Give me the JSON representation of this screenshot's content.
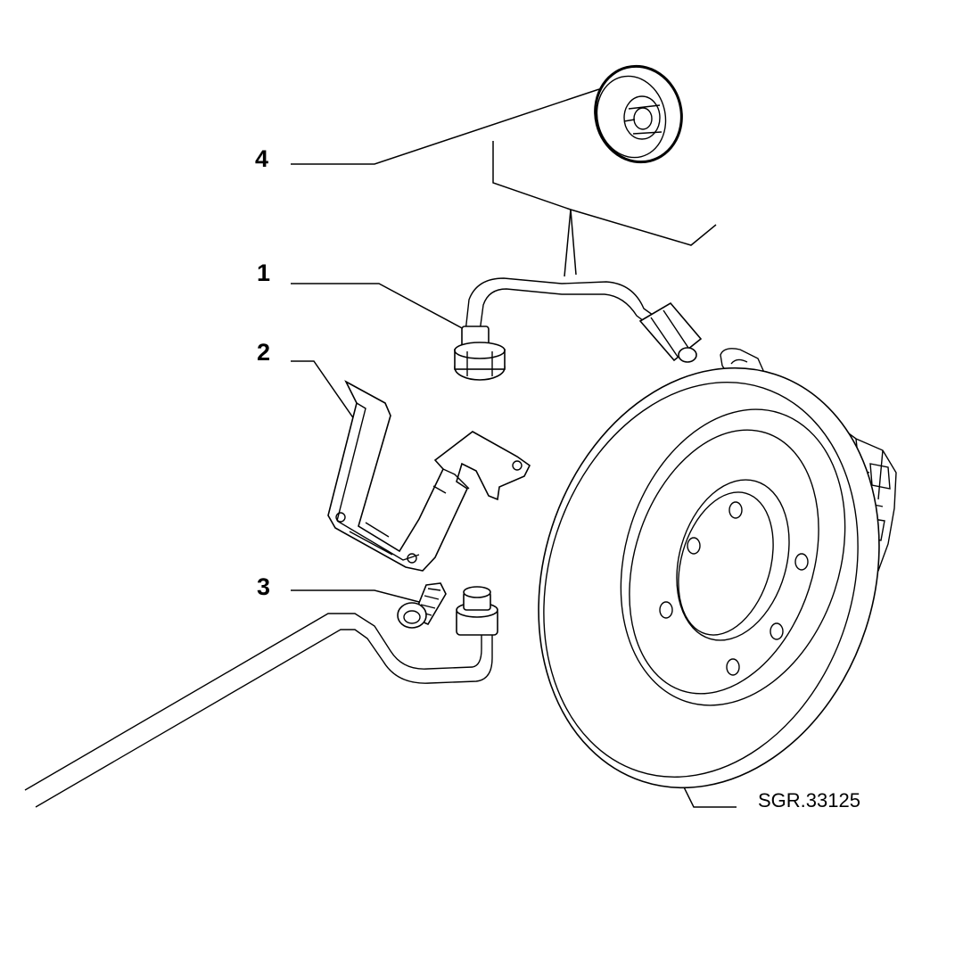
{
  "callouts": {
    "part_1": "1",
    "part_2": "2",
    "part_3": "3",
    "part_4": "4"
  },
  "reference_code": "SGR.33125",
  "colors": {
    "ink": "#000000",
    "paper": "#ffffff"
  }
}
